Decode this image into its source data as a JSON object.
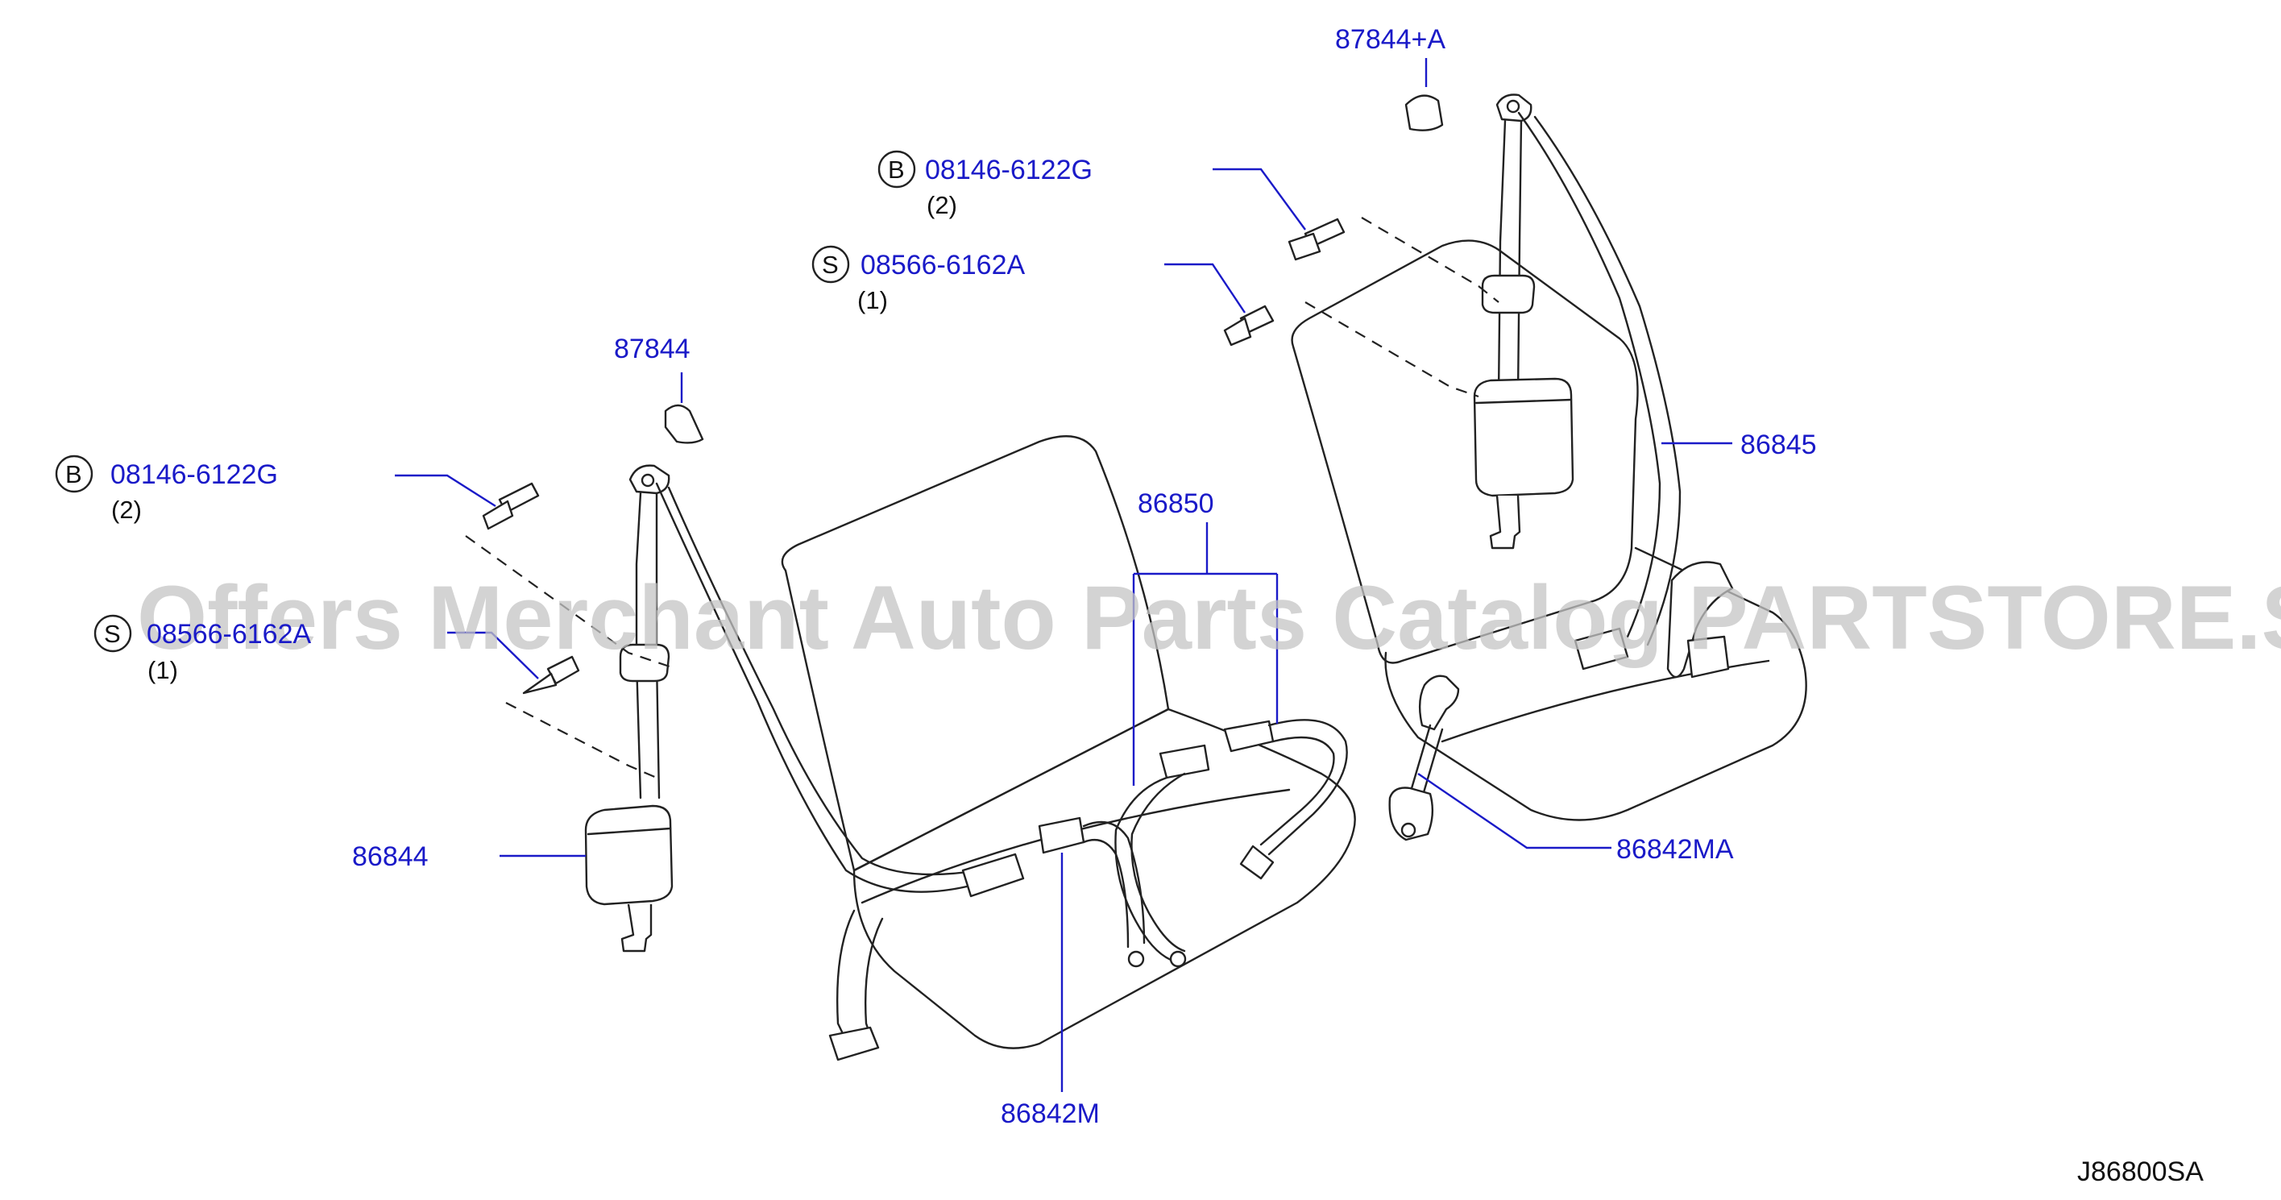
{
  "diagram_code": "J86800SA",
  "watermark": "Offers Merchant Auto Parts Catalog PARTSTORE.SA",
  "callouts": {
    "part_87844A": {
      "label": "87844+A"
    },
    "part_87844": {
      "label": "87844"
    },
    "part_86850": {
      "label": "86850"
    },
    "part_86845": {
      "label": "86845"
    },
    "part_86844": {
      "label": "86844"
    },
    "part_86842MA": {
      "label": "86842MA"
    },
    "part_86842M": {
      "label": "86842M"
    },
    "bolt_right": {
      "letter": "B",
      "label": "08146-6122G",
      "qty": "(2)"
    },
    "screw_right": {
      "letter": "S",
      "label": "08566-6162A",
      "qty": "(1)"
    },
    "bolt_left": {
      "letter": "B",
      "label": "08146-6122G",
      "qty": "(2)"
    },
    "screw_left": {
      "letter": "S",
      "label": "08566-6162A",
      "qty": "(1)"
    }
  },
  "colors": {
    "callout_text": "#1a1ac8",
    "drawing": "#222222",
    "watermark": "#c4c4c4"
  }
}
